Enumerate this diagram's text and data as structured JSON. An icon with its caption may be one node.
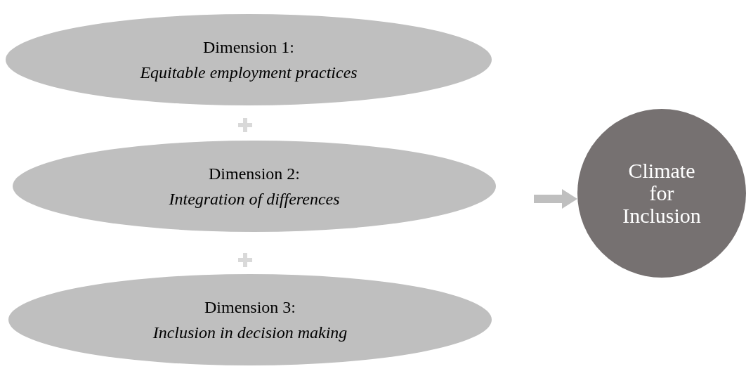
{
  "diagram": {
    "nodes": [
      {
        "text": [
          "Dimension 1:",
          "Equitable employment practices"
        ]
      },
      {
        "text": [
          "Dimension 2:",
          "Integration of differences"
        ]
      },
      {
        "text": [
          "Dimension 3:",
          "Inclusion in decision making"
        ]
      },
      {
        "text": [
          "Climate for Inclusion"
        ]
      }
    ],
    "edges": [
      {
        "from": null,
        "to": 3,
        "arrow": "to"
      }
    ]
  }
}
